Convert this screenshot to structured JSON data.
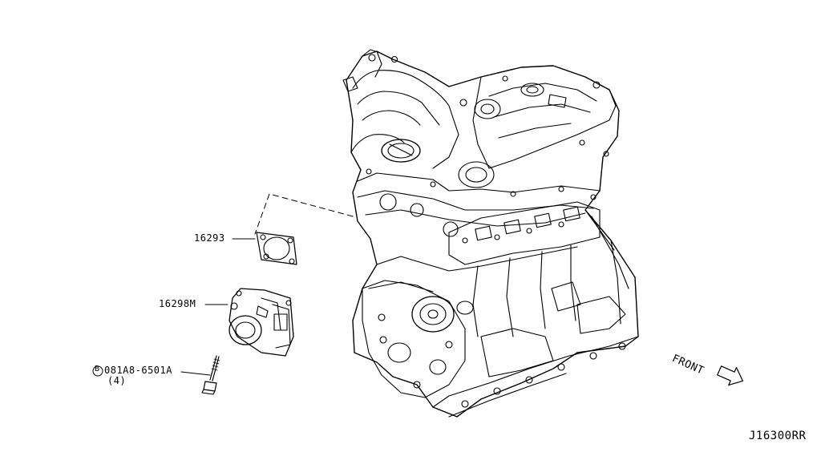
{
  "diagram": {
    "labels": {
      "gasket_part": "16293",
      "throttle_body_part": "16298M",
      "bolt_part": "081A8-6501A",
      "bolt_prefix": "B",
      "bolt_qty": "(4)",
      "front": "FRONT",
      "figure_code": "J16300RR"
    }
  }
}
